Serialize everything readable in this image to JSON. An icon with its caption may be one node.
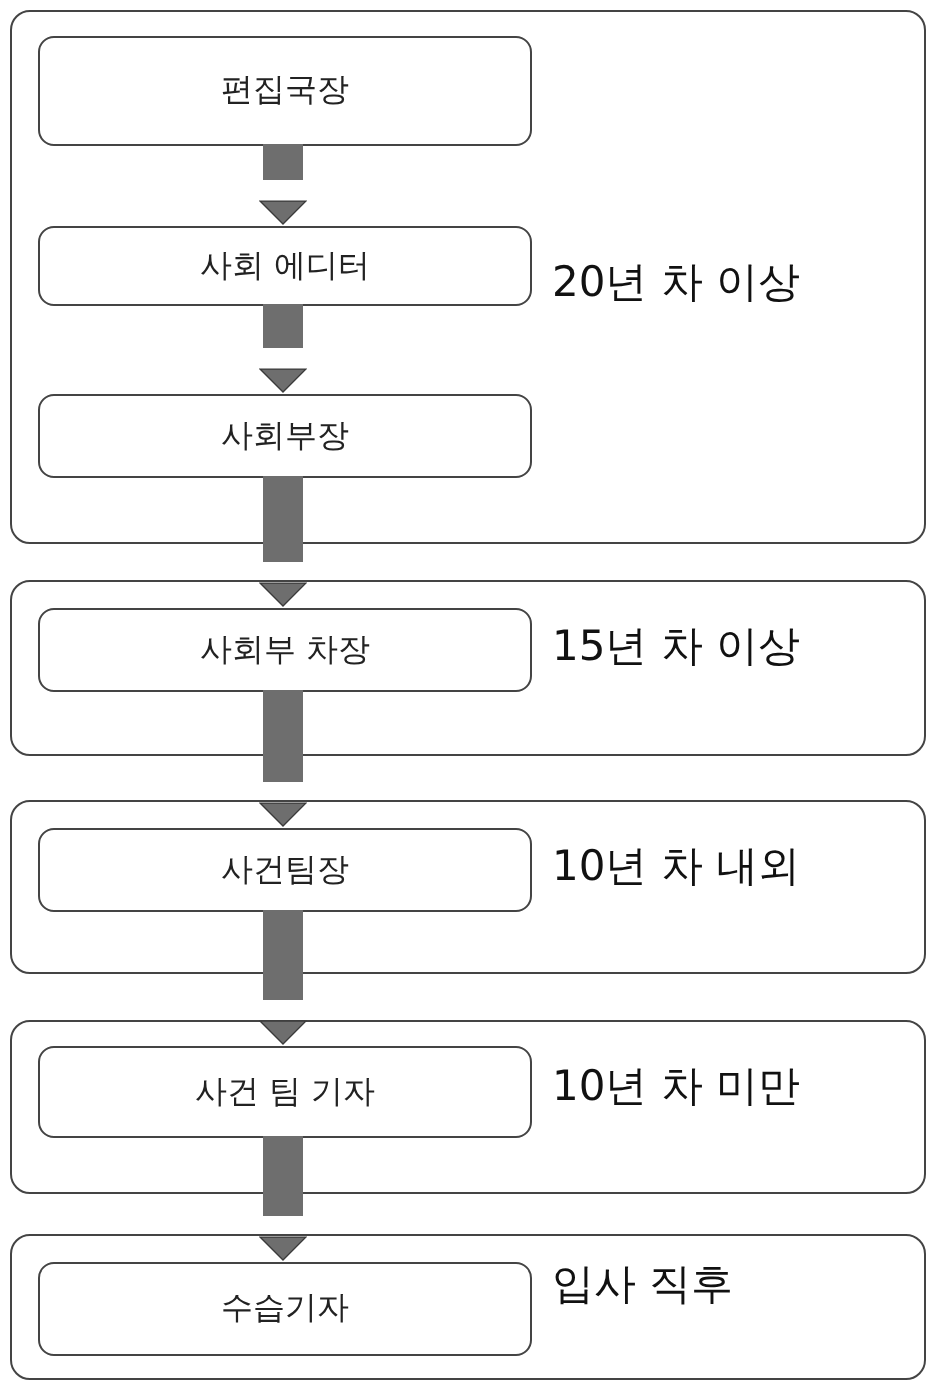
{
  "diagram": {
    "nodes": [
      {
        "text": [
          "20년 차 이상"
        ]
      },
      {
        "text": [
          "편집국장"
        ],
        "in": 0
      },
      {
        "text": [
          "사회 에디터"
        ],
        "in": 0
      },
      {
        "text": [
          "사회부장"
        ],
        "in": 0
      },
      {
        "text": [
          "15년 차 이상"
        ]
      },
      {
        "text": [
          "사회부 차장"
        ],
        "in": 4
      },
      {
        "text": [
          "10년 차 내외"
        ]
      },
      {
        "text": [
          "사건팀장"
        ],
        "in": 6
      },
      {
        "text": [
          "10년 차 미만"
        ]
      },
      {
        "text": [
          "사건 팀 기자"
        ],
        "in": 8
      },
      {
        "text": [
          "입사 직후"
        ]
      },
      {
        "text": [
          "수습기자"
        ],
        "in": 10
      }
    ],
    "edges": [
      {
        "from": 1,
        "to": 2,
        "arrow": "to"
      },
      {
        "from": 2,
        "to": 3,
        "arrow": "to"
      },
      {
        "from": 3,
        "to": 5,
        "arrow": "to"
      },
      {
        "from": 5,
        "to": 7,
        "arrow": "to"
      },
      {
        "from": 7,
        "to": 9,
        "arrow": "to"
      },
      {
        "from": 9,
        "to": 11,
        "arrow": "to"
      }
    ]
  }
}
